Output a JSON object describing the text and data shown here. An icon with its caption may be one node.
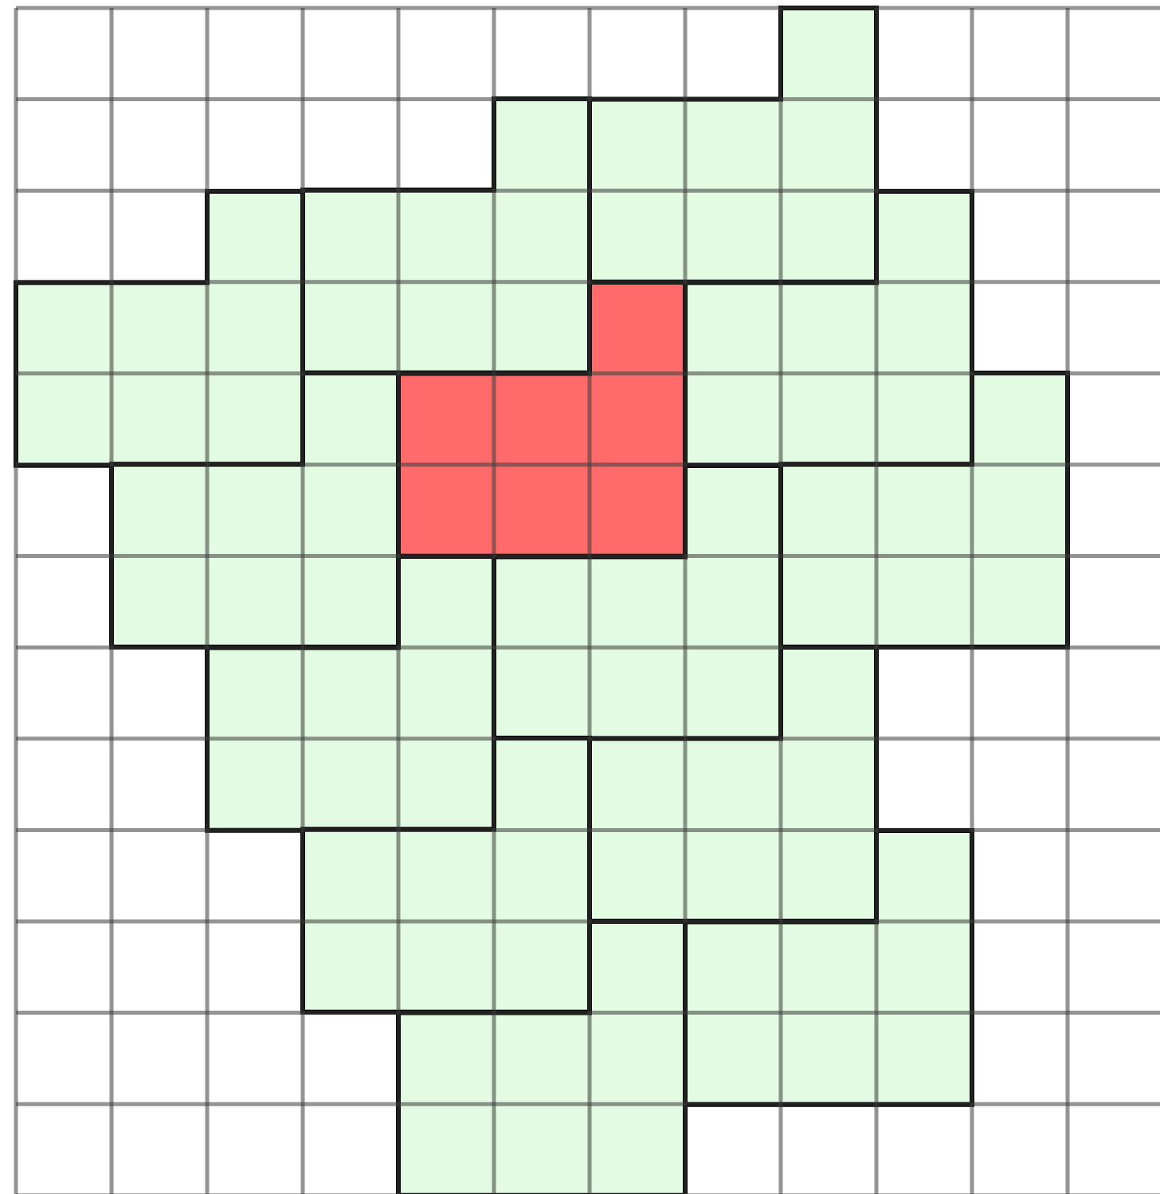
{
  "diagram": {
    "nodes": [
      {
        "text": [],
        "shape": "polyomino"
      },
      {
        "text": [],
        "shape": "polyomino"
      },
      {
        "text": [],
        "shape": "polyomino"
      },
      {
        "text": [],
        "shape": "polyomino"
      },
      {
        "text": [],
        "shape": "polyomino"
      },
      {
        "text": [],
        "shape": "polyomino"
      },
      {
        "text": [],
        "shape": "polyomino"
      },
      {
        "text": [],
        "shape": "polyomino"
      },
      {
        "text": [],
        "shape": "polyomino"
      },
      {
        "text": [],
        "shape": "polyomino"
      },
      {
        "text": [],
        "shape": "polyomino"
      },
      {
        "text": [],
        "shape": "polyomino"
      },
      {
        "text": [],
        "shape": "polyomino"
      }
    ]
  }
}
